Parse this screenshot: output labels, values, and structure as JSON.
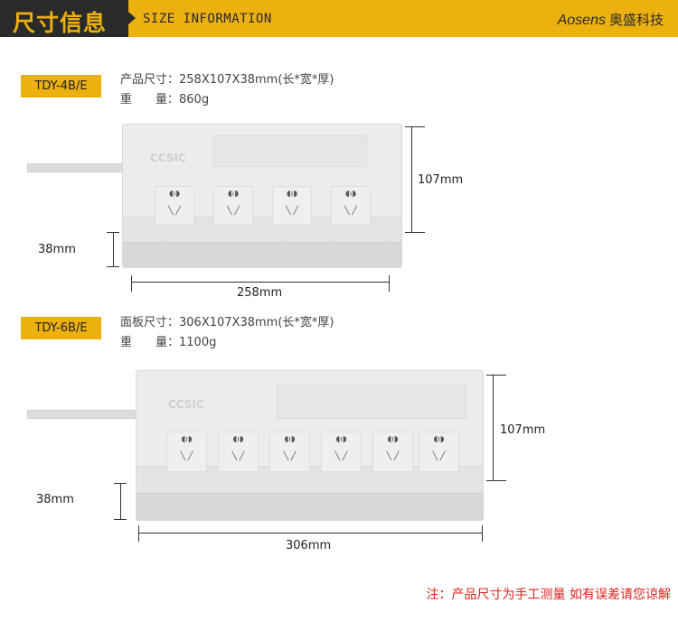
{
  "header": {
    "title_cn": "尺寸信息",
    "title_en": "SIZE INFORMATION",
    "brand_en": "Aosens",
    "brand_cn": "奥盛科技"
  },
  "products": [
    {
      "model": "TDY-4B/E",
      "size_label": "产品尺寸：",
      "size_value": "258X107X38mm(长*宽*厚)",
      "weight_label": "重　　量：",
      "weight_value": "860g",
      "length": "258mm",
      "width": "107mm",
      "thickness": "38mm",
      "sockets": 4
    },
    {
      "model": "TDY-6B/E",
      "size_label": "面板尺寸：",
      "size_value": "306X107X38mm(长*宽*厚)",
      "weight_label": "重　　量：",
      "weight_value": "1100g",
      "length": "306mm",
      "width": "107mm",
      "thickness": "38mm",
      "sockets": 6
    }
  ],
  "product_logo": "CCSIC",
  "note": "注：产品尺寸为手工测量 如有误差请您谅解",
  "colors": {
    "accent": "#ecb00f",
    "dark": "#2a2a2a",
    "note": "#e0201a"
  }
}
